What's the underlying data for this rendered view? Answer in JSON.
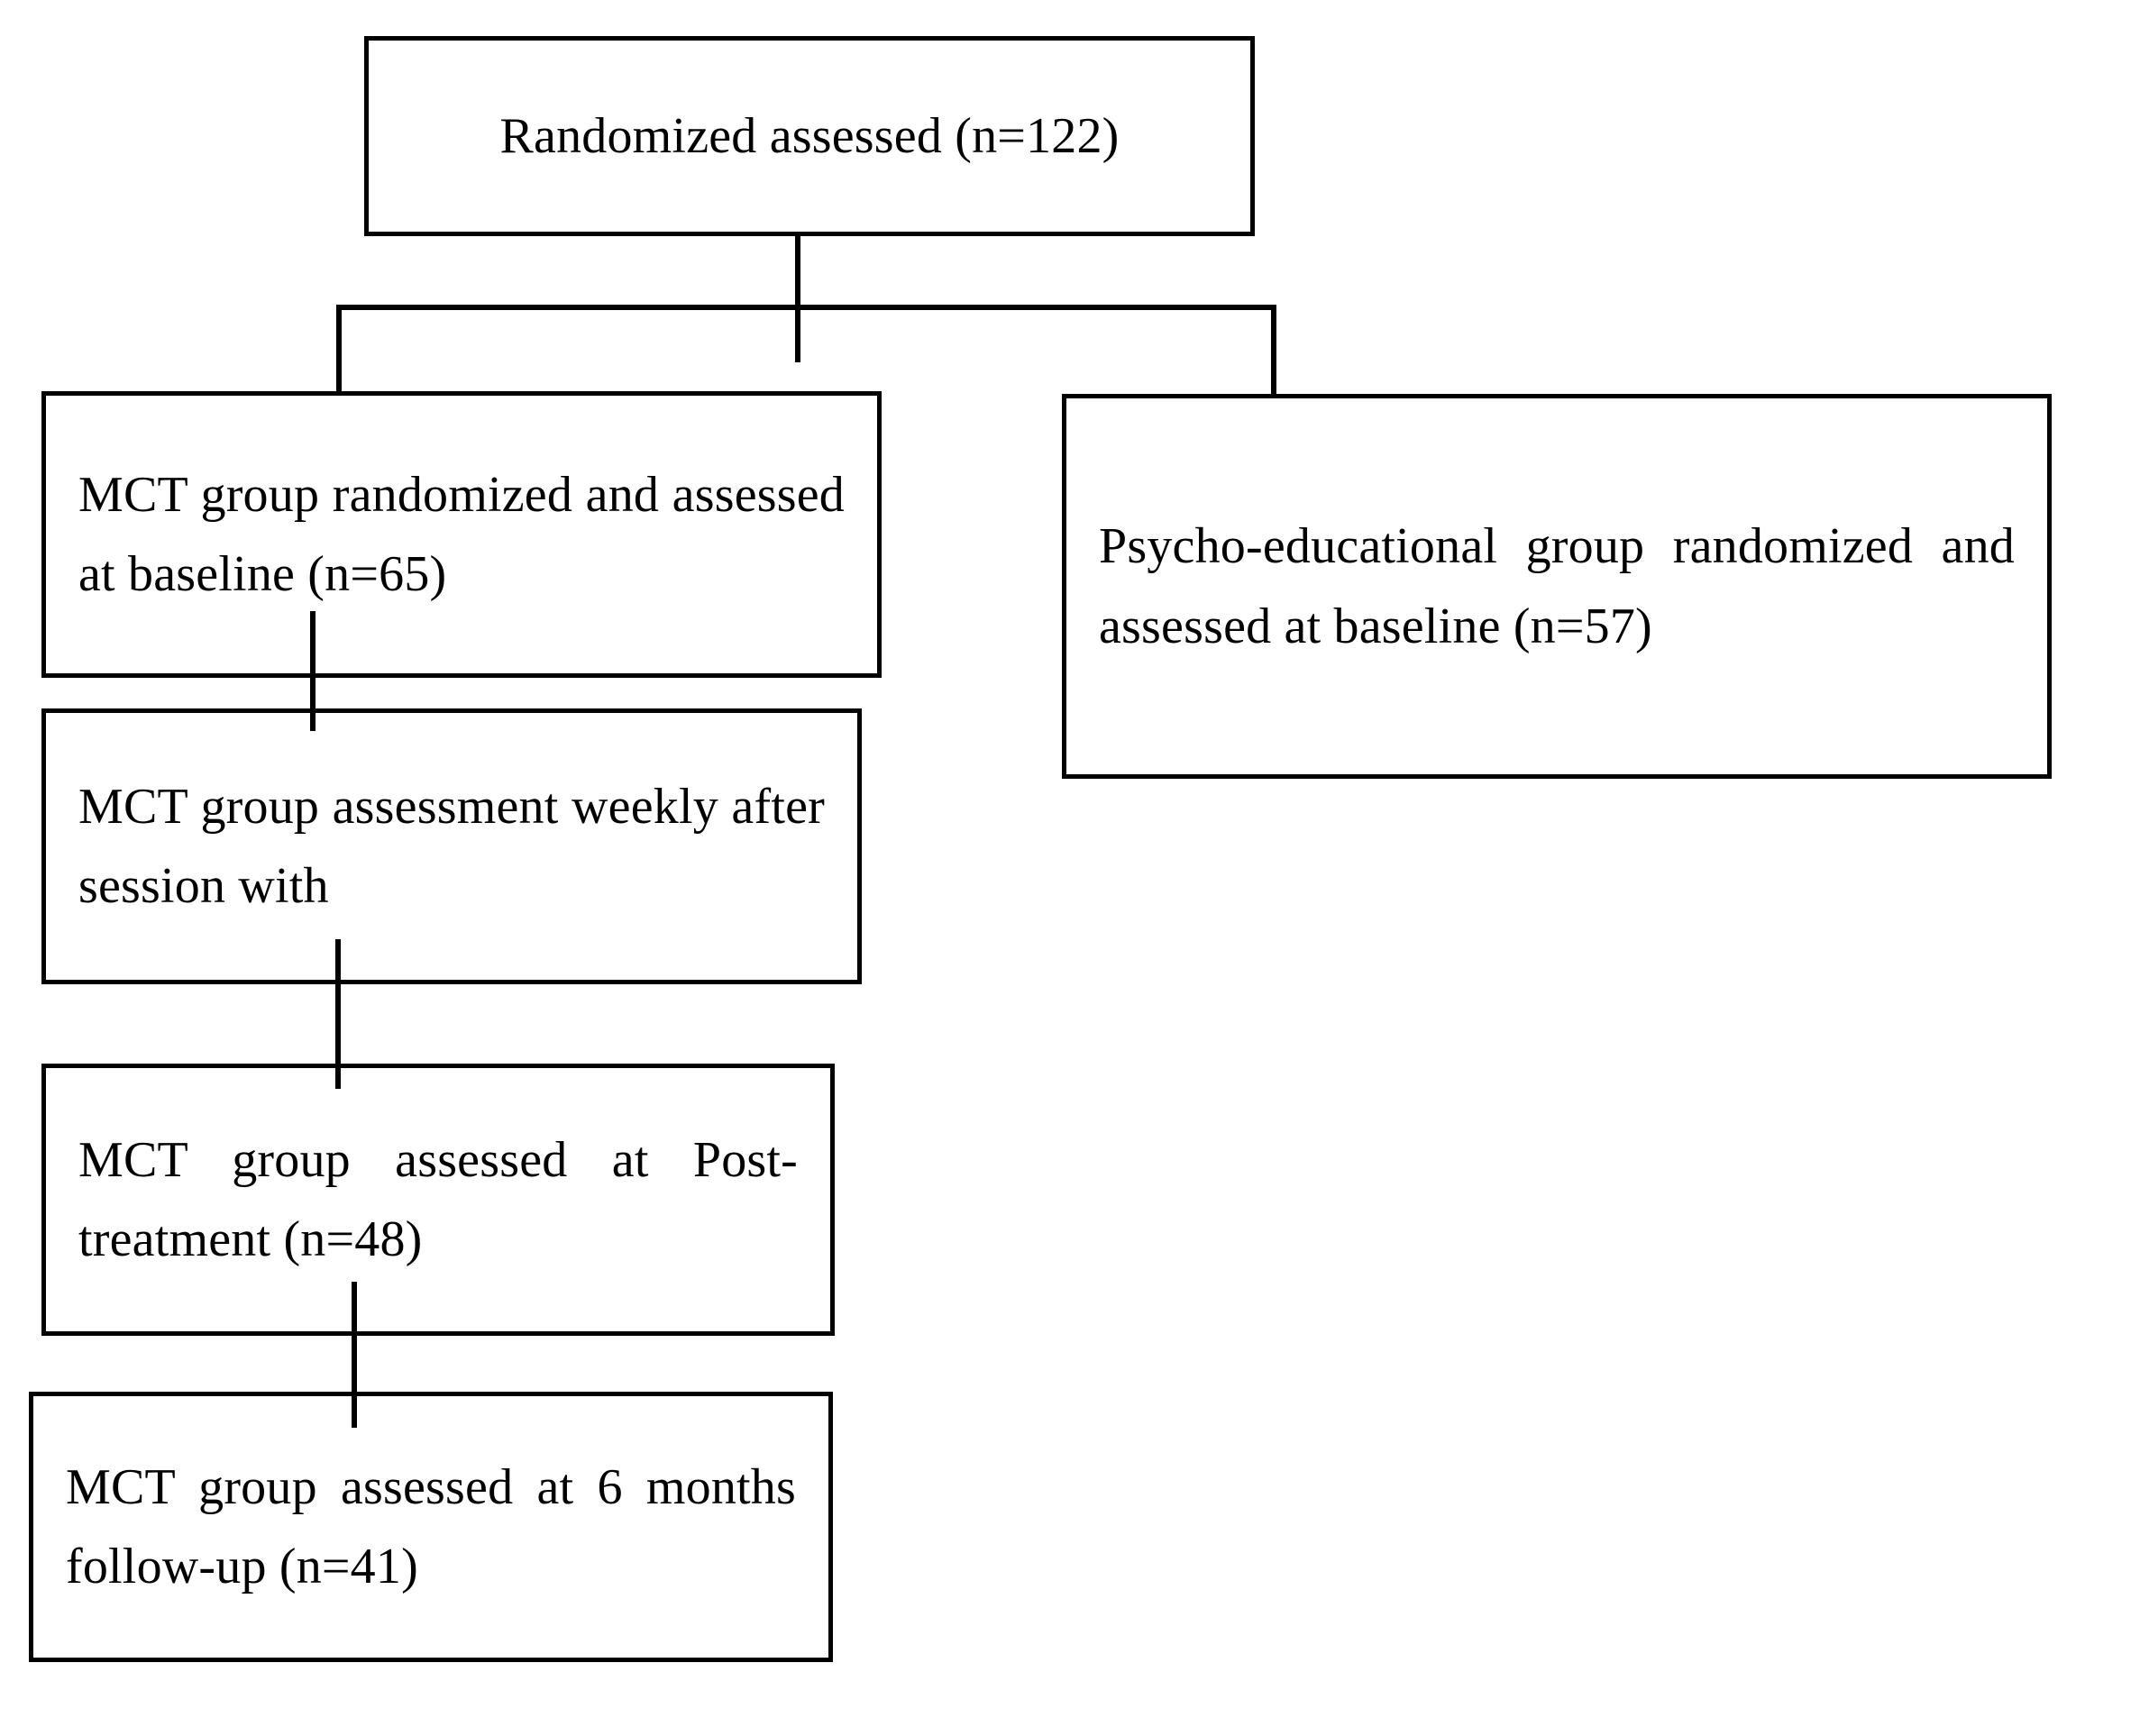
{
  "diagram": {
    "title": "CONSORT participant flow diagram",
    "type": "flowchart",
    "background_color": "#ffffff",
    "line_color": "#000000",
    "text_color": "#000000"
  },
  "nodes": {
    "top": {
      "id": "randomized-assessed",
      "label": "Randomized assessed (n=122)",
      "n": 122
    },
    "mct_baseline": {
      "id": "mct-baseline",
      "label": "MCT group randomized and assessed at baseline (n=65)",
      "n": 65
    },
    "psycho_baseline": {
      "id": "psycho-educational-baseline",
      "label": "Psycho-educational group randomized and assessed at baseline (n=57)",
      "n": 57
    },
    "mct_weekly": {
      "id": "mct-weekly-assessment",
      "label": "MCT group assessment weekly after session with",
      "n": null
    },
    "mct_post": {
      "id": "mct-post-treatment",
      "label": "MCT group assessed at Post-treatment  (n=48)",
      "n": 48
    },
    "mct_followup": {
      "id": "mct-6-month-followup",
      "label": "MCT group assessed at 6 months follow-up (n=41)",
      "n": 41
    }
  },
  "edges": [
    {
      "from": "randomized-assessed",
      "to": "split"
    },
    {
      "from": "split",
      "to": "mct-baseline"
    },
    {
      "from": "split",
      "to": "psycho-educational-baseline"
    },
    {
      "from": "mct-baseline",
      "to": "mct-weekly-assessment"
    },
    {
      "from": "mct-weekly-assessment",
      "to": "mct-post-treatment"
    },
    {
      "from": "mct-post-treatment",
      "to": "mct-6-month-followup"
    }
  ]
}
